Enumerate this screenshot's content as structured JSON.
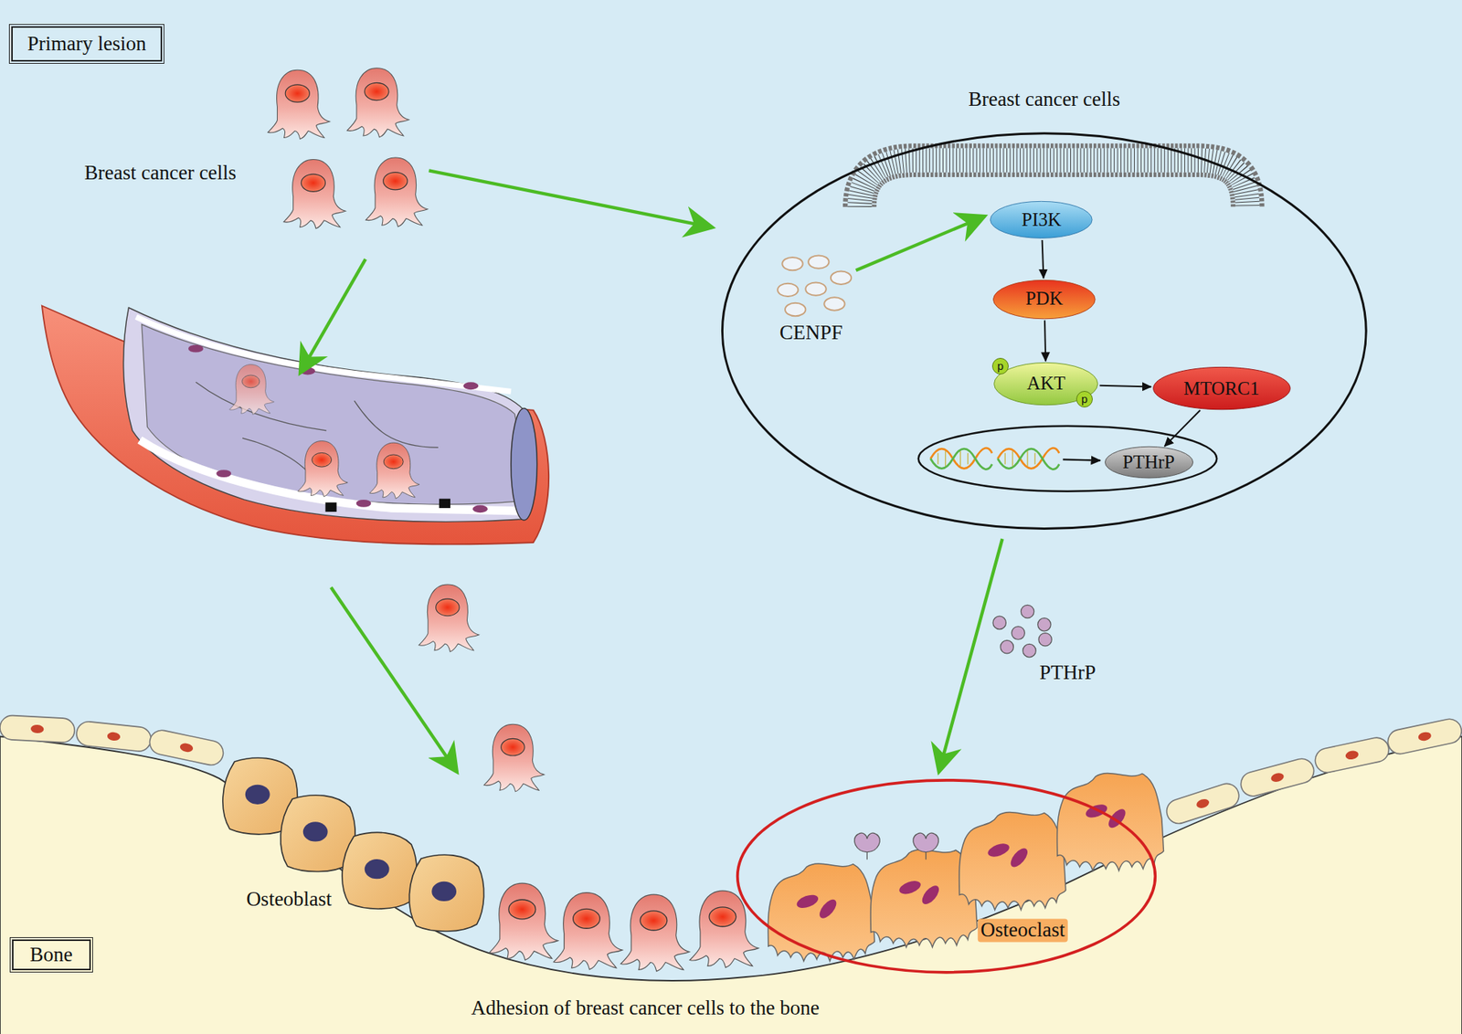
{
  "diagram": {
    "nodes": [
      {
        "text": [
          "Primary lesion"
        ]
      },
      {
        "text": [
          "Breast cancer cells"
        ]
      },
      {
        "text": [
          "PI3K"
        ],
        "in": 1
      },
      {
        "text": [
          "PDK"
        ],
        "in": 1
      },
      {
        "text": [
          "AKT"
        ],
        "in": 1
      },
      {
        "text": [
          "MTORC1"
        ],
        "in": 1
      },
      {
        "text": [
          "PTHrP"
        ],
        "in": 1
      },
      {
        "text": [
          "Bone"
        ]
      }
    ],
    "edges": [
      {
        "from": 2,
        "to": 3,
        "arrow": "to"
      },
      {
        "from": 3,
        "to": 4,
        "arrow": "to"
      },
      {
        "from": 4,
        "to": 5,
        "arrow": "to"
      },
      {
        "from": 5,
        "to": 6,
        "arrow": "to"
      }
    ],
    "labels": [
      "Breast cancer cells",
      "p",
      "p",
      "CENPF",
      "PTHrP",
      "Osteoblast",
      "Osteoclast",
      "Adhesion of breast cancer cells to the bone"
    ]
  }
}
